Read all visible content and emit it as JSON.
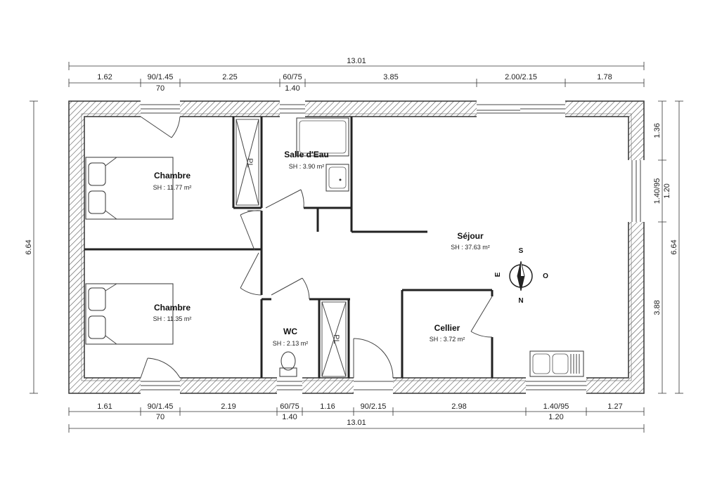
{
  "rooms": {
    "chambre1": {
      "name": "Chambre",
      "area": "SH : 11.77 m²"
    },
    "chambre2": {
      "name": "Chambre",
      "area": "SH : 11.35 m²"
    },
    "salle_eau": {
      "name": "Salle d'Eau",
      "area": "SH : 3.90 m²"
    },
    "sejour": {
      "name": "Séjour",
      "area": "SH : 37.63 m²"
    },
    "wc": {
      "name": "WC",
      "area": "SH : 2.13 m²"
    },
    "cellier": {
      "name": "Cellier",
      "area": "SH : 3.72 m²"
    }
  },
  "closets": {
    "label": "PL"
  },
  "compass": {
    "top": "S",
    "right": "O",
    "bottom": "N",
    "left": "E"
  },
  "dimensions": {
    "top_total": "13.01",
    "top": [
      "1.62",
      "90/1.45",
      "2.25",
      "60/75",
      "3.85",
      "2.00/2.15",
      "1.78"
    ],
    "top_sub": [
      "70",
      "1.40"
    ],
    "bottom_total": "13.01",
    "bottom": [
      "1.61",
      "90/1.45",
      "2.19",
      "60/75",
      "1.16",
      "90/2.15",
      "2.98",
      "1.40/95",
      "1.27"
    ],
    "bottom_sub": [
      "70",
      "1.40",
      "1.20"
    ],
    "left_total": "6.64",
    "right_total": "6.64",
    "right": [
      "1.36",
      "1.40/95",
      "3.88"
    ],
    "right_sub": "1.20"
  }
}
